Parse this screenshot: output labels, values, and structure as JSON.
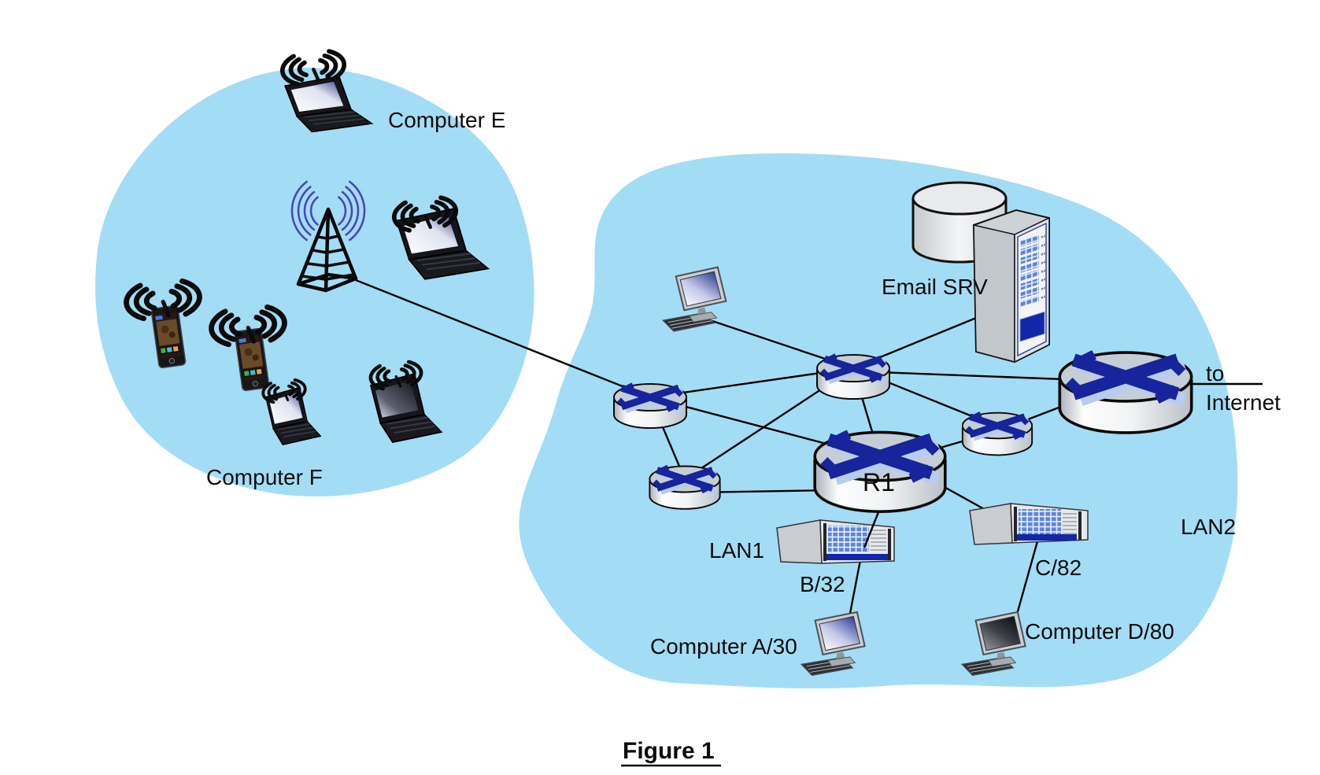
{
  "figure": {
    "caption": "Figure 1"
  },
  "labels": {
    "computer_e": "Computer E",
    "computer_f": "Computer F",
    "email_srv": "Email SRV",
    "to": "to",
    "internet": "Internet",
    "r1": "R1",
    "lan1": "LAN1",
    "lan2": "LAN2",
    "b32": "B/32",
    "c82": "C/82",
    "computer_a": "Computer A/30",
    "computer_d": "Computer D/80"
  },
  "networks": [
    {
      "id": "wireless-lan",
      "kind": "wireless",
      "devices": [
        "laptop Computer E",
        "radio access tower",
        "laptop",
        "smartphone",
        "smartphone",
        "laptop",
        "laptop Computer F"
      ]
    },
    {
      "id": "wired-lan",
      "kind": "wired",
      "devices": [
        "workstation",
        "Email SRV server",
        "database",
        "router-west",
        "router-north",
        "router-south",
        "router R1",
        "router-east",
        "internet gateway router",
        "switch LAN1 (B/32)",
        "switch LAN2 (C/82)",
        "Computer A/30",
        "Computer D/80"
      ]
    }
  ],
  "edges": [
    {
      "from": "radio-tower",
      "to": "router-west"
    },
    {
      "from": "workstation",
      "to": "router-north"
    },
    {
      "from": "email-server",
      "to": "router-north"
    },
    {
      "from": "router-north",
      "to": "router-west"
    },
    {
      "from": "router-north",
      "to": "router-south"
    },
    {
      "from": "router-north",
      "to": "router-r1"
    },
    {
      "from": "router-north",
      "to": "router-east"
    },
    {
      "from": "router-north",
      "to": "router-internet"
    },
    {
      "from": "router-west",
      "to": "router-south"
    },
    {
      "from": "router-west",
      "to": "router-r1"
    },
    {
      "from": "router-south",
      "to": "router-r1"
    },
    {
      "from": "router-east",
      "to": "router-r1"
    },
    {
      "from": "router-east",
      "to": "router-internet"
    },
    {
      "from": "router-internet",
      "to": "internet"
    },
    {
      "from": "router-r1",
      "to": "switch-b"
    },
    {
      "from": "router-r1",
      "to": "switch-c"
    },
    {
      "from": "switch-b",
      "to": "computer-a"
    },
    {
      "from": "switch-c",
      "to": "computer-d"
    }
  ],
  "colors": {
    "blob": "#a3ddf5",
    "link": "#000000",
    "router_arrow": "#17249c",
    "router_arrow_shadow": "#b7ccee",
    "panel_blue": "#5c86d8",
    "panel_stripe": "#1226a8",
    "tower_waves": "#4847c2"
  }
}
